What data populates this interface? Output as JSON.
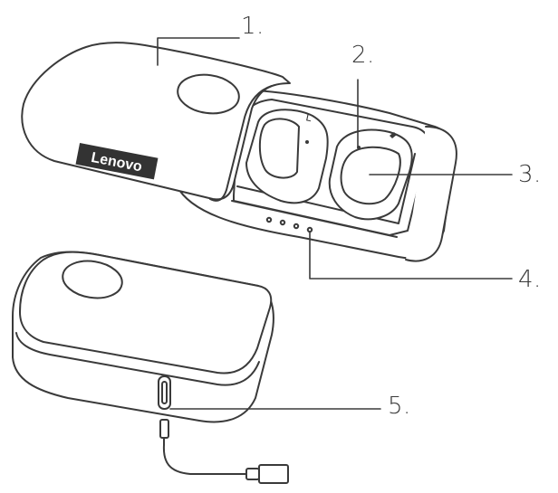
{
  "brand": "Lenovo",
  "callouts": [
    {
      "id": "1",
      "label": "1.",
      "part": "sliding-lid"
    },
    {
      "id": "2",
      "label": "2.",
      "part": "earbud-sensor"
    },
    {
      "id": "3",
      "label": "3.",
      "part": "earbud"
    },
    {
      "id": "4",
      "label": "4.",
      "part": "battery-indicator-leds"
    },
    {
      "id": "5",
      "label": "5.",
      "part": "usb-c-charging-port"
    }
  ],
  "earbud_marks": {
    "left": "L",
    "right": "R"
  },
  "colors": {
    "line": "#3a3a3a",
    "brand_bg": "#333333",
    "fill": "#ffffff"
  },
  "icons": [
    "charging-cable-icon"
  ]
}
